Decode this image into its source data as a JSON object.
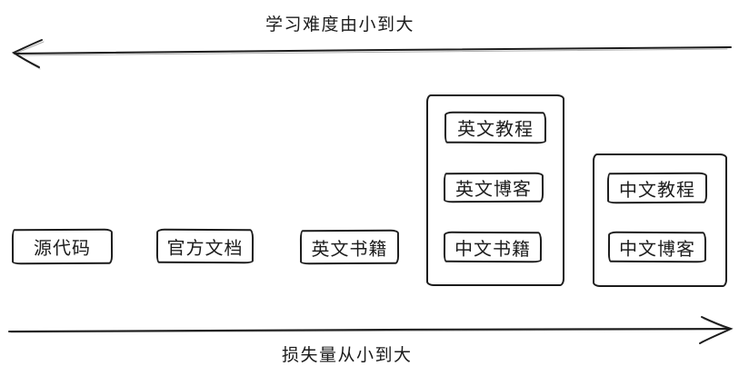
{
  "canvas": {
    "background": "#ffffff",
    "stroke_color": "#1c1c1c"
  },
  "axes": {
    "top": {
      "label": "学习难度由小到大",
      "direction": "left"
    },
    "bottom": {
      "label": "损失量从小到大",
      "direction": "right"
    }
  },
  "nodes": [
    {
      "label": "源代码"
    },
    {
      "label": "官方文档"
    },
    {
      "label": "英文书籍"
    }
  ],
  "groups": [
    {
      "name": "english-and-chinese-books-group",
      "items": [
        {
          "label": "英文教程"
        },
        {
          "label": "英文博客"
        },
        {
          "label": "中文书籍"
        }
      ]
    },
    {
      "name": "chinese-resources-group",
      "items": [
        {
          "label": "中文教程"
        },
        {
          "label": "中文博客"
        }
      ]
    }
  ]
}
